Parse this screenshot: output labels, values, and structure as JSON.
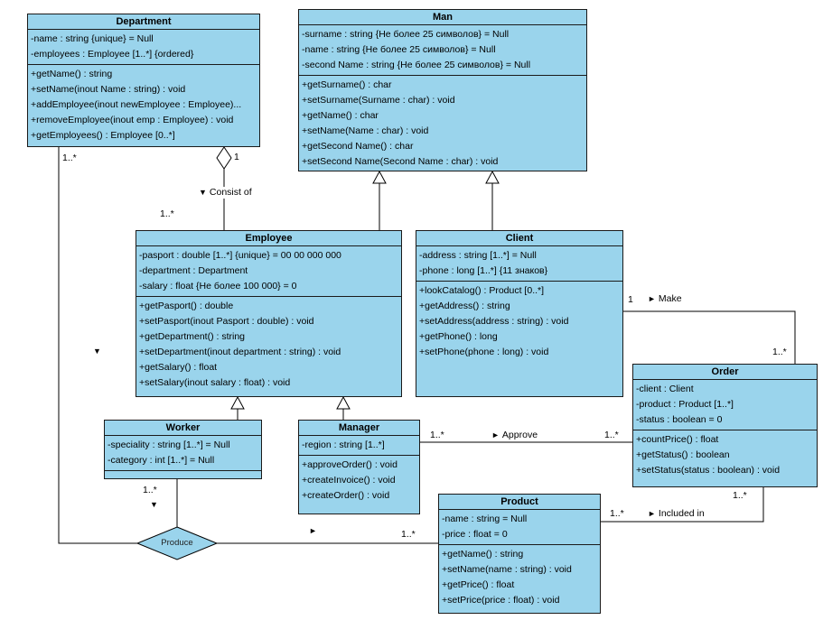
{
  "classes": [
    {
      "id": "department",
      "title": "Department",
      "attributes": [
        "-name : string {unique} = Null",
        "-employees : Employee [1..*] {ordered}"
      ],
      "methods": [
        "+getName() : string",
        "+setName(inout Name : string) : void",
        "+addEmployee(inout newEmployee : Employee)...",
        "+removeEmployee(inout emp : Employee) : void",
        "+getEmployees() : Employee [0..*]"
      ]
    },
    {
      "id": "man",
      "title": "Man",
      "attributes": [
        "-surname : string {Не более 25 символов} = Null",
        "-name : string {Не более 25 символов} = Null",
        "-second Name : string {Не более 25 символов} = Null"
      ],
      "methods": [
        "+getSurname() : char",
        "+setSurname(Surname : char) : void",
        "+getName() : char",
        "+setName(Name : char) : void",
        "+getSecond Name() : char",
        "+setSecond Name(Second Name : char) : void"
      ]
    },
    {
      "id": "employee",
      "title": "Employee",
      "attributes": [
        "-pasport : double [1..*] {unique} = 00 00 000 000",
        "-department : Department",
        "-salary : float {Не более 100 000} = 0"
      ],
      "methods": [
        "+getPasport() : double",
        "+setPasport(inout Pasport : double) : void",
        "+getDepartment() : string",
        "+setDepartment(inout department : string) : void",
        "+getSalary() : float",
        "+setSalary(inout salary : float) : void"
      ]
    },
    {
      "id": "client",
      "title": "Client",
      "attributes": [
        "-address : string [1..*] = Null",
        "-phone : long [1..*] {11 знаков}"
      ],
      "methods": [
        "+lookCatalog() : Product [0..*]",
        "+getAddress() : string",
        "+setAddress(address : string) : void",
        "+getPhone() : long",
        "+setPhone(phone : long) : void"
      ]
    },
    {
      "id": "order",
      "title": "Order",
      "attributes": [
        "-client : Client",
        "-product : Product [1..*]",
        "-status : boolean = 0"
      ],
      "methods": [
        "+countPrice() : float",
        "+getStatus() : boolean",
        "+setStatus(status : boolean) : void"
      ]
    },
    {
      "id": "worker",
      "title": "Worker",
      "attributes": [
        "-speciality : string [1..*] = Null",
        "-category : int [1..*] = Null"
      ],
      "methods": []
    },
    {
      "id": "manager",
      "title": "Manager",
      "attributes": [
        "-region : string [1..*]"
      ],
      "methods": [
        "+approveOrder() : void",
        "+createInvoice() : void",
        "+createOrder() : void"
      ]
    },
    {
      "id": "product",
      "title": "Product",
      "attributes": [
        "-name : string = Null",
        "-price : float = 0"
      ],
      "methods": [
        "+getName() : string",
        "+setName(name : string) : void",
        "+getPrice() : float",
        "+setPrice(price : float) : void"
      ]
    }
  ],
  "labels": {
    "consist_of": "Consist of",
    "make": "Make",
    "approve": "Approve",
    "included_in": "Included in",
    "produce": "Produce",
    "down_marker": "▼",
    "right_marker": "►"
  },
  "multiplicities": {
    "department_produce": "1..*",
    "department_consist": "1",
    "employee_consist": "1..*",
    "client_make": "1",
    "order_make": "1..*",
    "manager_approve": "1..*",
    "order_approve": "1..*",
    "worker_produce": "1..*",
    "product_produce": "1..*",
    "product_included": "1..*",
    "order_included": "1..*"
  },
  "relationships": [
    {
      "type": "aggregation",
      "from": "Department",
      "to": "Employee",
      "label": "Consist of"
    },
    {
      "type": "generalization",
      "from": "Employee",
      "to": "Man"
    },
    {
      "type": "generalization",
      "from": "Client",
      "to": "Man"
    },
    {
      "type": "generalization",
      "from": "Worker",
      "to": "Employee"
    },
    {
      "type": "generalization",
      "from": "Manager",
      "to": "Employee"
    },
    {
      "type": "association",
      "from": "Client",
      "to": "Order",
      "label": "Make"
    },
    {
      "type": "association",
      "from": "Manager",
      "to": "Order",
      "label": "Approve"
    },
    {
      "type": "association",
      "from": "Product",
      "to": "Order",
      "label": "Included in"
    },
    {
      "type": "n-ary-association",
      "from": "Department, Worker",
      "to": "Product",
      "label": "Produce"
    }
  ],
  "colors": {
    "class_fill": "#9AD4EC",
    "border": "#000000",
    "line": "#000000",
    "background": "#FFFFFF"
  }
}
